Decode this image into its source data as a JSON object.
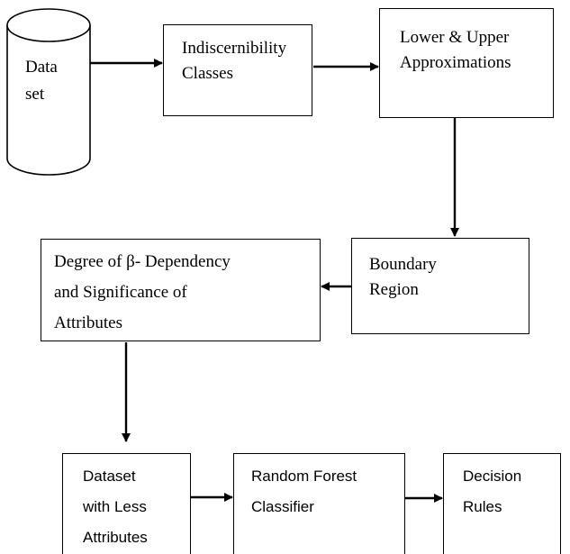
{
  "nodes": {
    "dataset": "Data\nset",
    "indiscernibility": "Indiscernibility\nClasses",
    "approximations": "Lower & Upper\nApproximations",
    "boundary": "Boundary\nRegion",
    "dependency": "Degree of   β- Dependency\nand Significance of\nAttributes",
    "reduced_dataset": "Dataset\nwith Less\nAttributes",
    "random_forest": "Random Forest\nClassifier",
    "decision_rules": "Decision\nRules"
  }
}
